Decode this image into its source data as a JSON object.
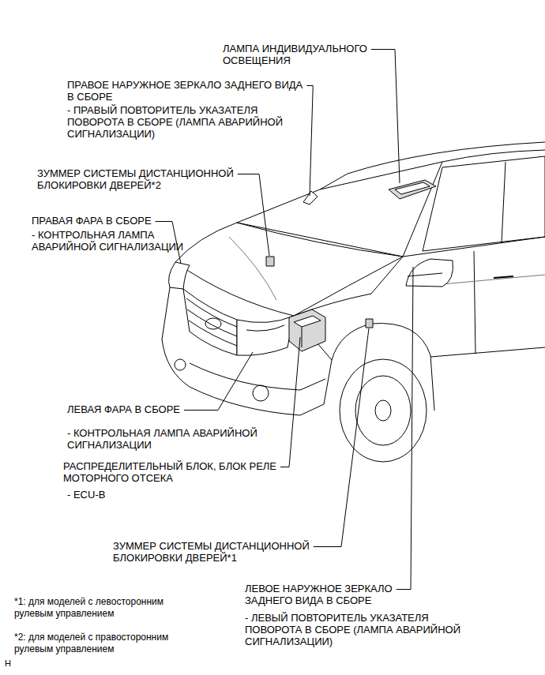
{
  "diagram": {
    "labels": [
      "ЛАМПА ИНДИВИДУАЛЬНОГО ОСВЕЩЕНИЯ",
      "ПРАВОЕ НАРУЖНОЕ ЗЕРКАЛО ЗАДНЕГО ВИДА В СБОРЕ",
      "- ПРАВЫЙ ПОВТОРИТЕЛЬ УКАЗАТЕЛЯ ПОВОРОТА В СБОРЕ (ЛАМПА АВАРИЙНОЙ СИГНАЛИЗАЦИИ)",
      "ЗУММЕР СИСТЕМЫ ДИСТАНЦИОННОЙ БЛОКИРОВКИ ДВЕРЕЙ*2",
      "ПРАВАЯ ФАРА В СБОРЕ",
      "- КОНТРОЛЬНАЯ ЛАМПА АВАРИЙНОЙ СИГНАЛИЗАЦИИ",
      "ЛЕВАЯ ФАРА В СБОРЕ",
      "- КОНТРОЛЬНАЯ ЛАМПА АВАРИЙНОЙ СИГНАЛИЗАЦИИ",
      "РАСПРЕДЕЛИТЕЛЬНЫЙ БЛОК, БЛОК РЕЛЕ МОТОРНОГО ОТСЕКА",
      "- ECU-B",
      "ЗУММЕР СИСТЕМЫ ДИСТАНЦИОННОЙ БЛОКИРОВКИ ДВЕРЕЙ*1",
      "ЛЕВОЕ НАРУЖНОЕ ЗЕРКАЛО ЗАДНЕГО ВИДА В СБОРЕ",
      "- ЛЕВЫЙ ПОВТОРИТЕЛЬ УКАЗАТЕЛЯ ПОВОРОТА В СБОРЕ (ЛАМПА АВАРИЙНОЙ СИГНАЛИЗАЦИИ)",
      "*1: для моделей с левосторонним рулевым управлением",
      "*2: для моделей с правосторонним рулевым управлением",
      "H"
    ]
  }
}
